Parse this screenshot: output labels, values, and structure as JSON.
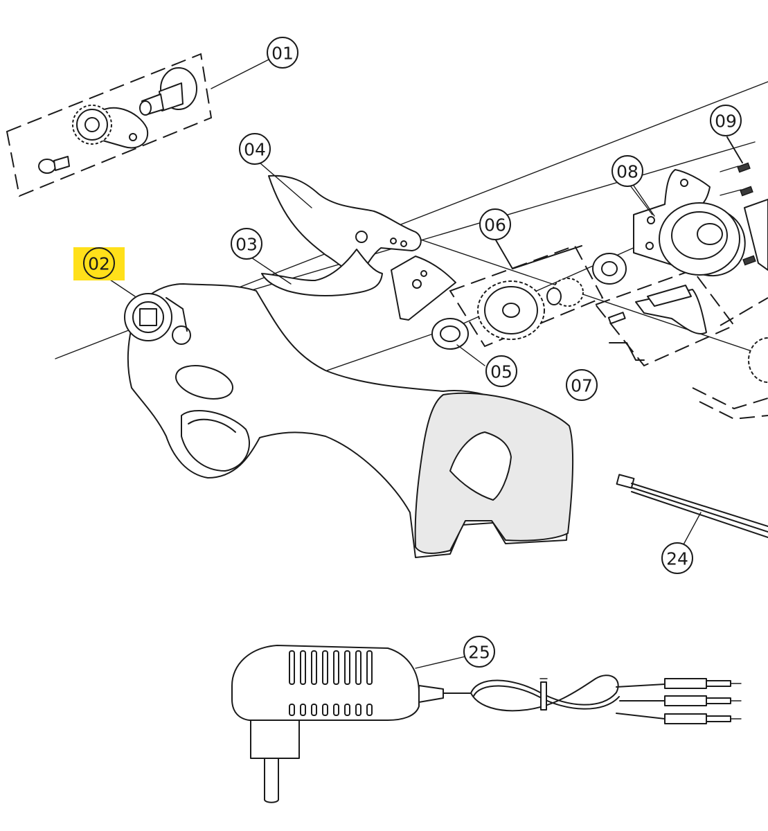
{
  "diagram": {
    "highlight_color": "#ffe01a",
    "line_color": "#1a1a1a",
    "background_color": "#ffffff",
    "parts": [
      {
        "id": "01",
        "label": "01",
        "highlighted": false
      },
      {
        "id": "02",
        "label": "02",
        "highlighted": true
      },
      {
        "id": "03",
        "label": "03",
        "highlighted": false
      },
      {
        "id": "04",
        "label": "04",
        "highlighted": false
      },
      {
        "id": "05",
        "label": "05",
        "highlighted": false
      },
      {
        "id": "06",
        "label": "06",
        "highlighted": false
      },
      {
        "id": "07",
        "label": "07",
        "highlighted": false
      },
      {
        "id": "08",
        "label": "08",
        "highlighted": false
      },
      {
        "id": "09",
        "label": "09",
        "highlighted": false
      },
      {
        "id": "24",
        "label": "24",
        "highlighted": false
      },
      {
        "id": "25",
        "label": "25",
        "highlighted": false
      }
    ]
  }
}
